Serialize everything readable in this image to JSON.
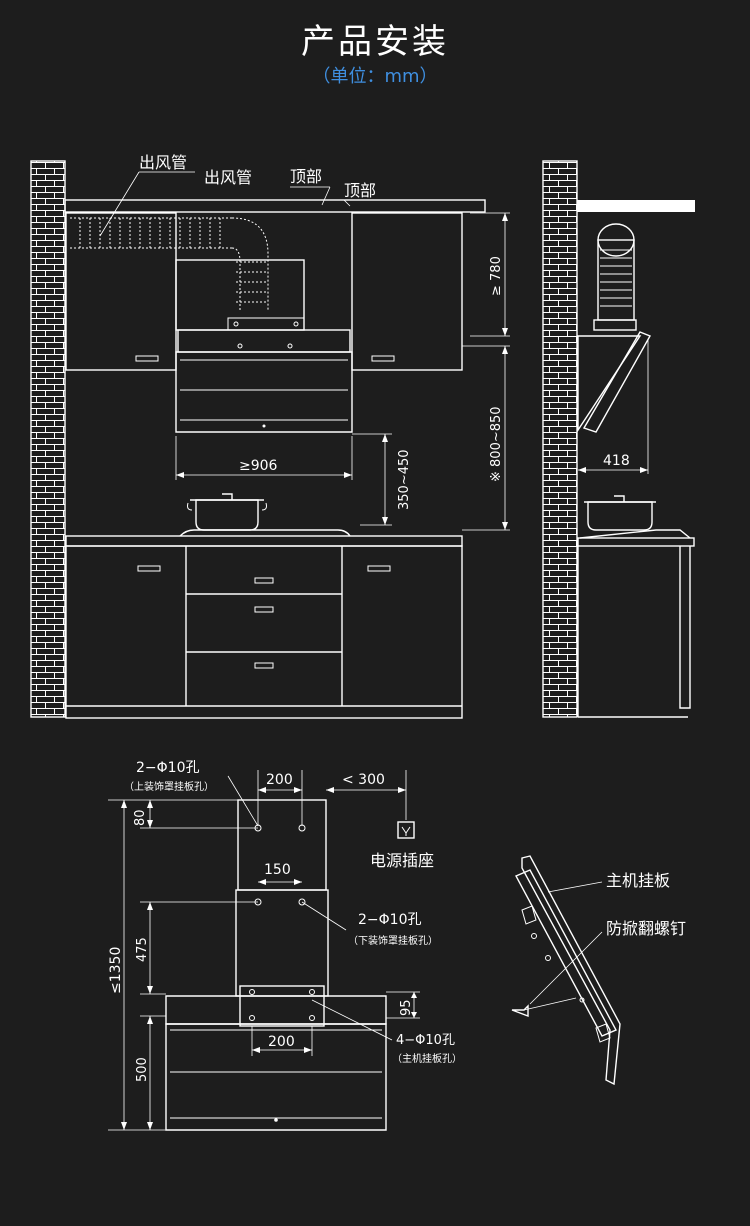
{
  "header": {
    "title": "产品安装",
    "unit": "（单位：mm）"
  },
  "front_view": {
    "label_duct_1": "出风管",
    "label_duct_2": "出风管",
    "label_top_1": "顶部",
    "label_top_2": "顶部",
    "dim_width": "≥906",
    "dim_top_gap": "≥ 780",
    "dim_height": "※ 800~850",
    "dim_hob": "350~450"
  },
  "side_view": {
    "dim_depth": "418"
  },
  "mount_view": {
    "hole_upper": "2−Φ10孔",
    "hole_upper_note": "（上装饰罩挂板孔）",
    "dim_200_top": "200",
    "dim_lt300": "< 300",
    "dim_80": "80",
    "dim_150": "150",
    "socket_label": "电源插座",
    "hole_lower": "2−Φ10孔",
    "hole_lower_note": "（下装饰罩挂板孔）",
    "dim_1350": "≤1350",
    "dim_475": "475",
    "dim_95": "95",
    "dim_200_bottom": "200",
    "hole_main": "4−Φ10孔",
    "hole_main_note": "（主机挂板孔）",
    "dim_500": "500"
  },
  "bracket_view": {
    "label_plate": "主机挂板",
    "label_screw": "防掀翻螺钉"
  },
  "colors": {
    "background": "#1d1d1d",
    "lines": "#ffffff",
    "accent": "#3f8fe0"
  }
}
